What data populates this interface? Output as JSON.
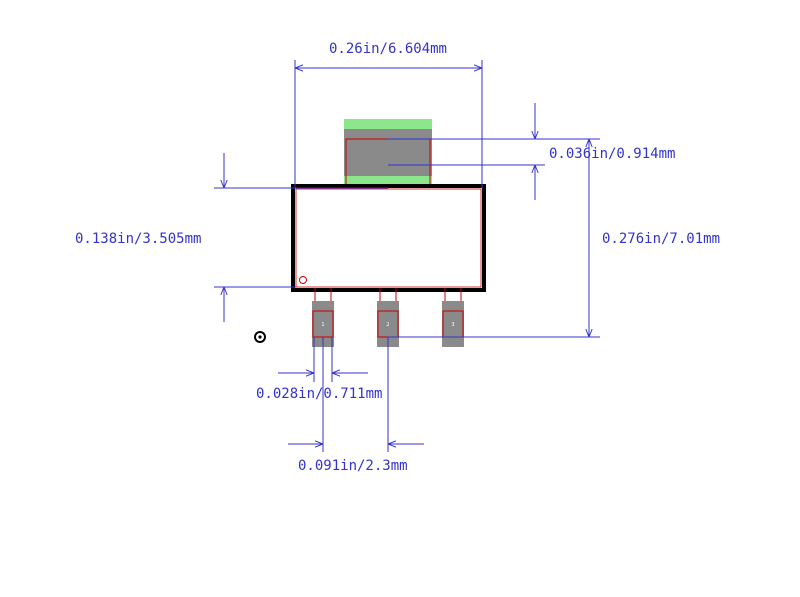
{
  "colors": {
    "dimension": "#3333cc",
    "outline": "#000000",
    "pad": "#8a8a8a",
    "pad_outline": "#cc0000",
    "courtyard": "#66dd66",
    "pin1_marker": "#cc0000"
  },
  "dimensions": {
    "overall_width": "0.26in/6.604mm",
    "tab_height": "0.036in/0.914mm",
    "body_height": "0.138in/3.505mm",
    "overall_height": "0.276in/7.01mm",
    "pad_width": "0.028in/0.711mm",
    "pitch": "0.091in/2.3mm"
  },
  "pins": [
    {
      "label": "1"
    },
    {
      "label": "2"
    },
    {
      "label": "3"
    }
  ]
}
